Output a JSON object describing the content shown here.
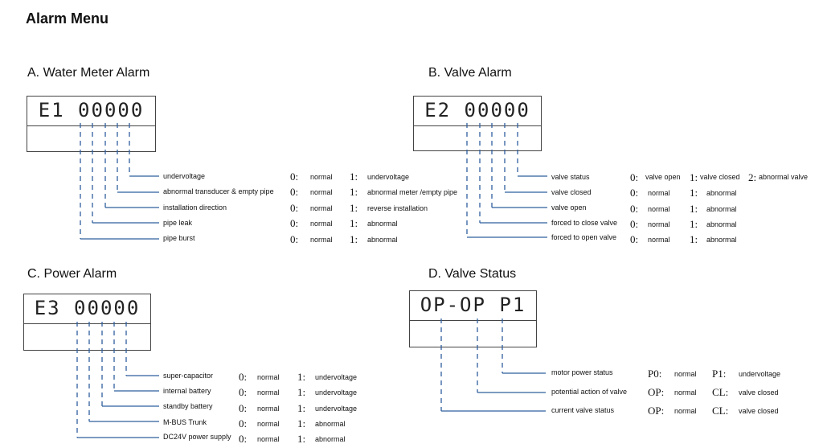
{
  "title": "Alarm Menu",
  "colors": {
    "wire": "#2f5f9e",
    "text": "#111111"
  },
  "sections": [
    {
      "heading": "A. Water Meter Alarm",
      "display": "E1 00000",
      "rows": [
        {
          "label": "undervoltage",
          "k0": "0:",
          "v0": "normal",
          "k1": "1:",
          "v1": "undervoltage"
        },
        {
          "label": "abnormal transducer & empty pipe",
          "k0": "0:",
          "v0": "normal",
          "k1": "1:",
          "v1": "abnormal meter /empty pipe"
        },
        {
          "label": "installation direction",
          "k0": "0:",
          "v0": "normal",
          "k1": "1:",
          "v1": "reverse installation"
        },
        {
          "label": "pipe leak",
          "k0": "0:",
          "v0": "normal",
          "k1": "1:",
          "v1": "abnormal"
        },
        {
          "label": "pipe burst",
          "k0": "0:",
          "v0": "normal",
          "k1": "1:",
          "v1": "abnormal"
        }
      ]
    },
    {
      "heading": "B. Valve Alarm",
      "display": "E2 00000",
      "rows": [
        {
          "label": "valve status",
          "k0": "0:",
          "v0": "valve open",
          "k1": "1:",
          "v1": "valve closed",
          "k2": "2:",
          "v2": "abnormal valve"
        },
        {
          "label": "valve closed",
          "k0": "0:",
          "v0": "normal",
          "k1": "1:",
          "v1": "abnormal"
        },
        {
          "label": "valve open",
          "k0": "0:",
          "v0": "normal",
          "k1": "1:",
          "v1": "abnormal"
        },
        {
          "label": "forced to close valve",
          "k0": "0:",
          "v0": "normal",
          "k1": "1:",
          "v1": "abnormal"
        },
        {
          "label": "forced to open valve",
          "k0": "0:",
          "v0": "normal",
          "k1": "1:",
          "v1": "abnormal"
        }
      ]
    },
    {
      "heading": "C. Power Alarm",
      "display": "E3 00000",
      "rows": [
        {
          "label": "super-capacitor",
          "k0": "0:",
          "v0": "normal",
          "k1": "1:",
          "v1": "undervoltage"
        },
        {
          "label": "internal battery",
          "k0": "0:",
          "v0": "normal",
          "k1": "1:",
          "v1": "undervoltage"
        },
        {
          "label": "standby battery",
          "k0": "0:",
          "v0": "normal",
          "k1": "1:",
          "v1": "undervoltage"
        },
        {
          "label": "M-BUS Trunk",
          "k0": "0:",
          "v0": "normal",
          "k1": "1:",
          "v1": "abnormal"
        },
        {
          "label": "DC24V power supply",
          "k0": "0:",
          "v0": "normal",
          "k1": "1:",
          "v1": "abnormal"
        }
      ]
    },
    {
      "heading": "D. Valve Status",
      "display": "OP-OP P1",
      "rows": [
        {
          "label": "motor power status",
          "k0": "P0:",
          "v0": "normal",
          "k1": "P1:",
          "v1": "undervoltage"
        },
        {
          "label": "potential action of valve",
          "k0": "OP:",
          "v0": "normal",
          "k1": "CL:",
          "v1": "valve closed"
        },
        {
          "label": "current valve status",
          "k0": "OP:",
          "v0": "normal",
          "k1": "CL:",
          "v1": "valve closed"
        }
      ]
    }
  ]
}
